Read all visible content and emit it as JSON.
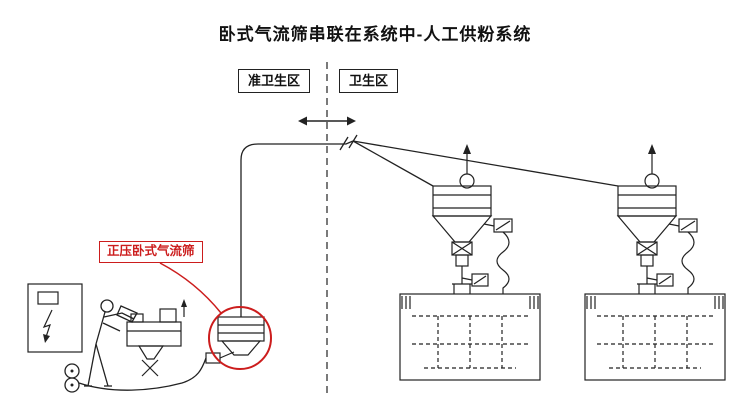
{
  "title": "卧式气流筛串联在系统中-人工供粉系统",
  "zones": {
    "quasi_sanitary": "准卫生区",
    "sanitary": "卫生区"
  },
  "callout": {
    "sieve_label": "正压卧式气流筛"
  },
  "icons": {
    "lightning": "lightning-bolt-warning",
    "exhaust_arrow": "up-arrow-exhaust",
    "bidirectional_arrow": "left-right-arrow"
  },
  "colors": {
    "line": "#222222",
    "accent_red": "#cc1d1d",
    "background": "#ffffff"
  }
}
